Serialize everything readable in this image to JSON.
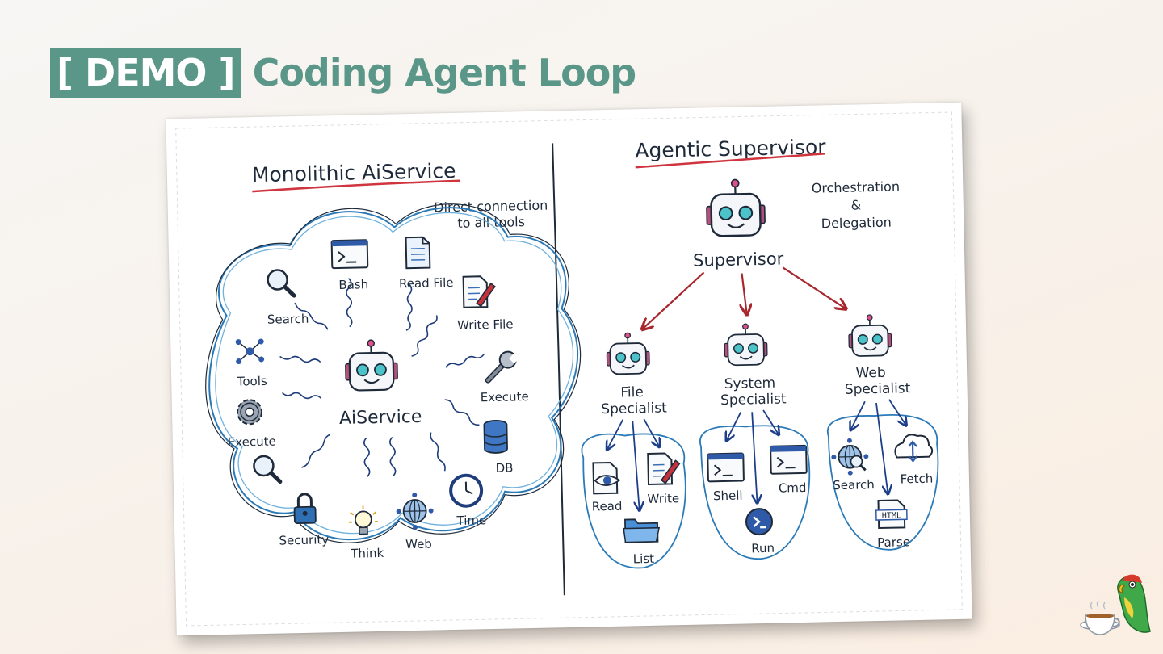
{
  "header": {
    "tag": "[ DEMO ]",
    "title": "Coding Agent Loop"
  },
  "left_panel": {
    "title": "Monolithic AiService",
    "note_line1": "Direct connection",
    "note_line2": "to all tools",
    "center_label": "AiService",
    "tools": [
      "Bash",
      "Read File",
      "Write File",
      "Execute",
      "DB",
      "Time",
      "Web",
      "Think",
      "Security",
      "Execute",
      "Tools",
      "Search"
    ]
  },
  "right_panel": {
    "title": "Agentic Supervisor",
    "note_line1": "Orchestration",
    "note_line2": "&",
    "note_line3": "Delegation",
    "supervisor_label": "Supervisor",
    "specialists": [
      {
        "line1": "File",
        "line2": "Specialist",
        "tools": [
          "Read",
          "Write",
          "List"
        ]
      },
      {
        "line1": "System",
        "line2": "Specialist",
        "tools": [
          "Shell",
          "Cmd",
          "Run"
        ]
      },
      {
        "line1": "Web",
        "line2": "Specialist",
        "tools": [
          "Search",
          "Fetch",
          "Parse"
        ]
      }
    ]
  },
  "icons": {
    "bash": "terminal-icon",
    "read_file": "document-icon",
    "write_file": "edit-document-icon",
    "execute_wrench": "wrench-icon",
    "db": "database-icon",
    "time": "clock-icon",
    "web": "globe-network-icon",
    "think": "lightbulb-icon",
    "security": "padlock-icon",
    "search": "magnifier-icon",
    "execute_gear": "gear-icon",
    "tools": "network-nodes-icon",
    "robot": "robot-icon",
    "folder": "folder-icon",
    "fetch": "cloud-sync-icon",
    "parse": "html-document-icon"
  },
  "colors": {
    "accent": "#5b9788",
    "underline": "#d0353f",
    "ink": "#1e2a3a",
    "arrow_red": "#a8262c",
    "arrow_blue": "#1d3f8a",
    "robot_teal": "#4cc2c9"
  }
}
